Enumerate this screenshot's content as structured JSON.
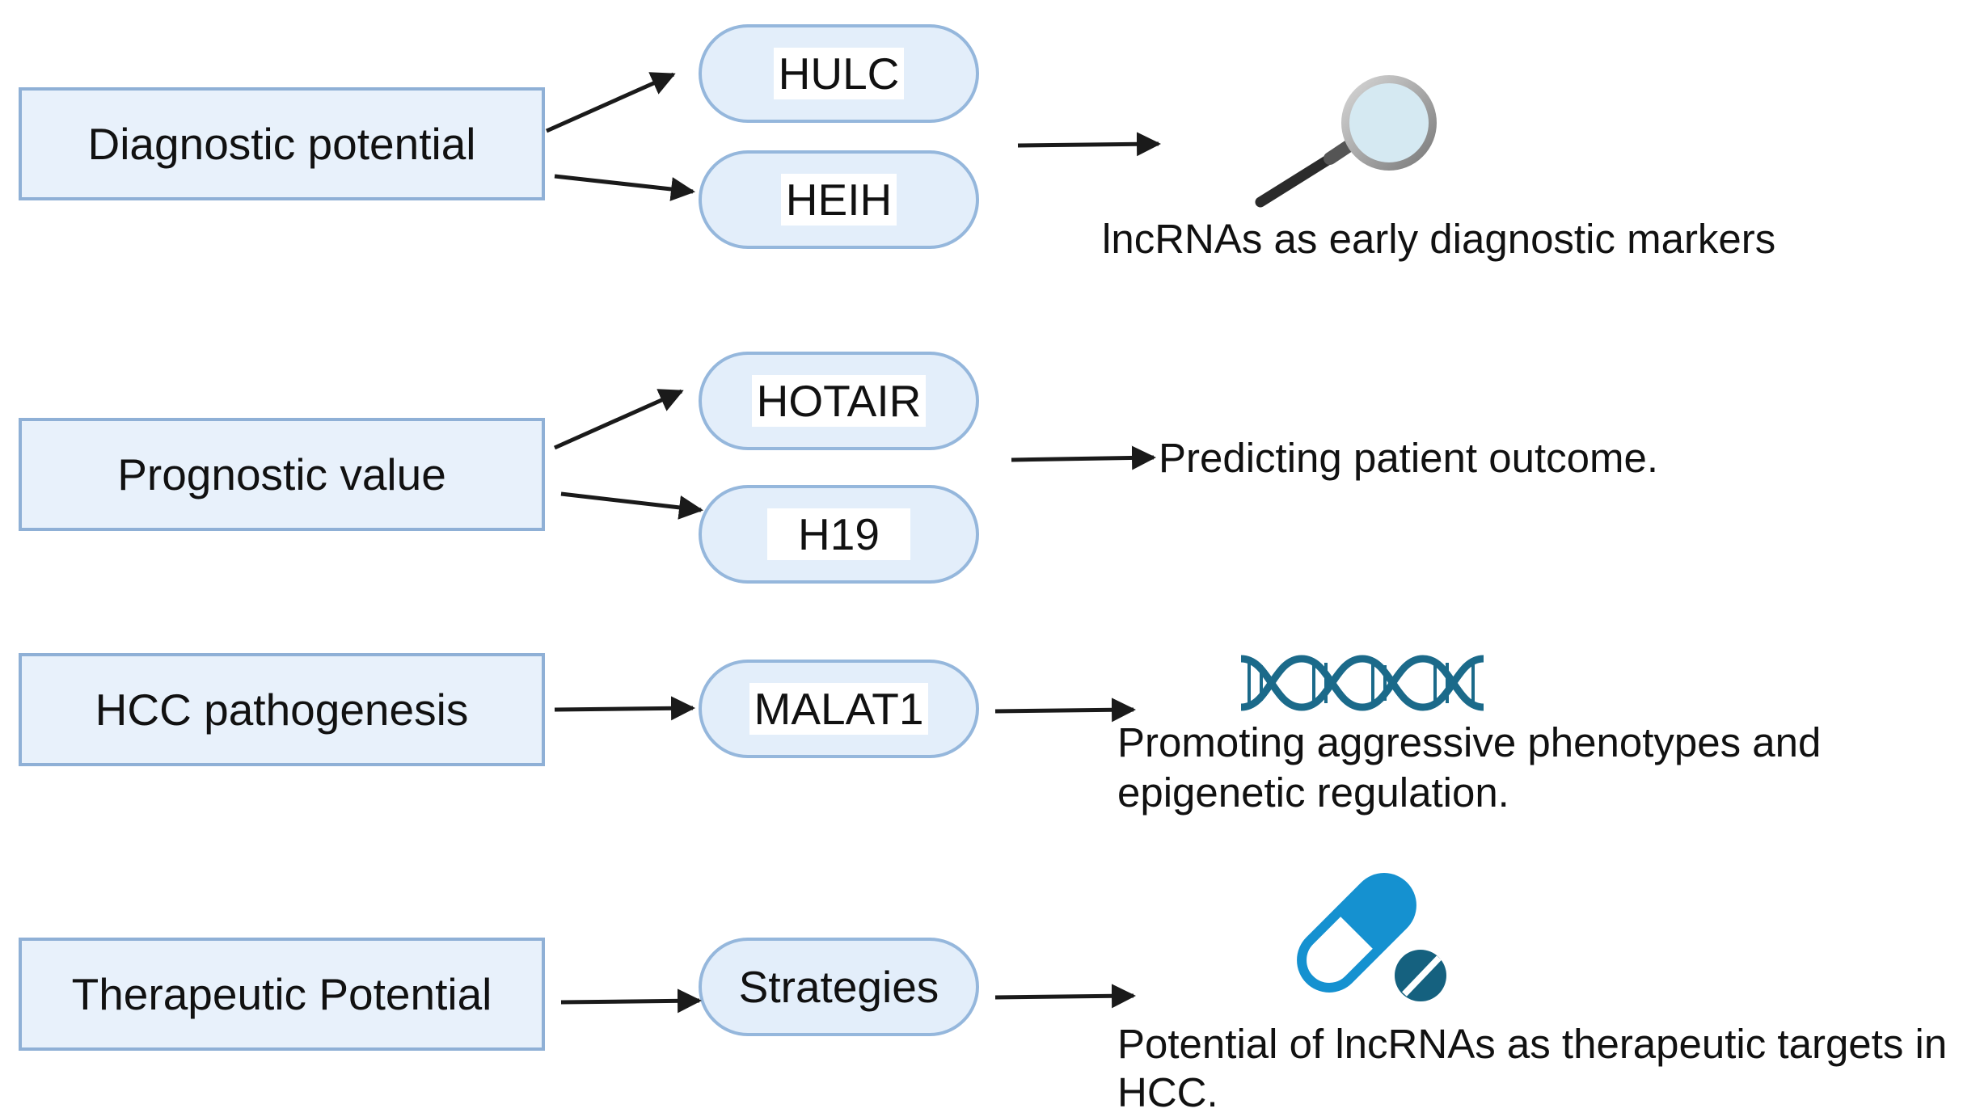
{
  "categories": [
    {
      "label": "Diagnostic potential"
    },
    {
      "label": "Prognostic value"
    },
    {
      "label": "HCC pathogenesis"
    },
    {
      "label": "Therapeutic Potential"
    }
  ],
  "lncrnas": [
    {
      "label": "HULC"
    },
    {
      "label": "HEIH"
    },
    {
      "label": "HOTAIR"
    },
    {
      "label": "H19"
    },
    {
      "label": "MALAT1"
    },
    {
      "label": "Strategies"
    }
  ],
  "outcomes": {
    "diagnostic": "lncRNAs as early diagnostic markers",
    "prognostic": "Predicting patient outcome.",
    "pathogenesis": {
      "line1": "Promoting aggressive phenotypes and",
      "line2": "epigenetic regulation."
    },
    "therapeutic": {
      "line1": "Potential of lncRNAs as therapeutic targets in",
      "line2": "HCC."
    }
  },
  "icons": {
    "diagnostic": "magnifying-glass-icon",
    "pathogenesis": "dna-helix-icon",
    "therapeutic": "pill-capsule-icon"
  },
  "colors": {
    "box_fill": "#e8f1fb",
    "box_border": "#8fb0d6",
    "arrow": "#1a1a1a",
    "dna": "#1b6a8a",
    "capsule": "#1591d0",
    "tablet": "#15617f"
  }
}
